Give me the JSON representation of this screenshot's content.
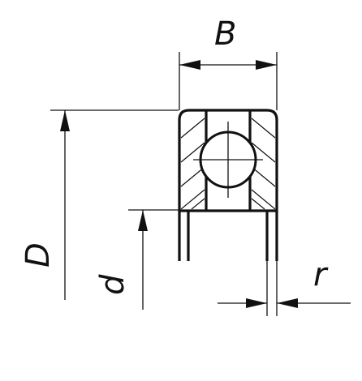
{
  "labels": {
    "width": "B",
    "outer_diameter": "D",
    "bore_diameter": "d",
    "radius": "r"
  },
  "colors": {
    "line": "#111111",
    "background": "#ffffff"
  }
}
